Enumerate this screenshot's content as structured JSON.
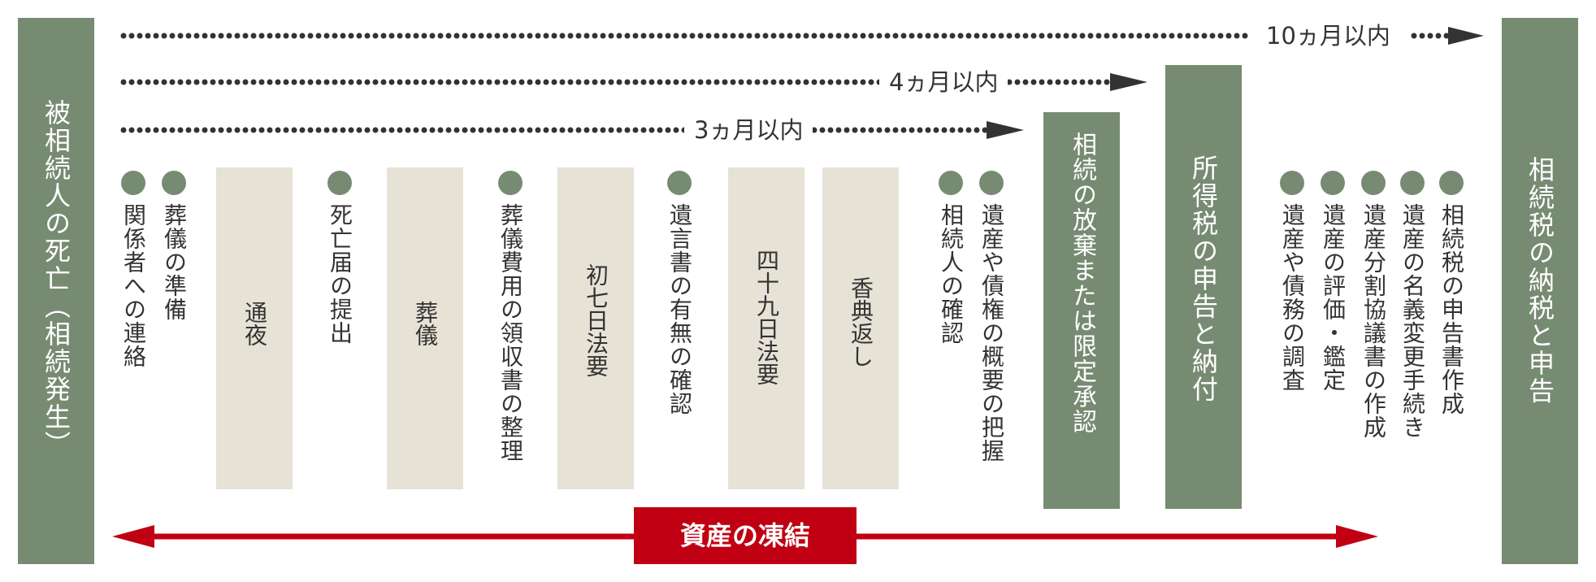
{
  "left_panel": {
    "label": "被相続人の死亡（相続発生）"
  },
  "right_panel": {
    "label": "相続税の納税と申告"
  },
  "deadlines": [
    {
      "label": "10ヵ月以内"
    },
    {
      "label": "4ヵ月以内"
    },
    {
      "label": "3ヵ月以内"
    }
  ],
  "items": [
    {
      "text": "関係者への連絡"
    },
    {
      "text": "葬儀の準備"
    },
    {
      "text": "死亡届の提出"
    },
    {
      "text": "葬儀費用の領収書の整理"
    },
    {
      "text": "遺言書の有無の確認"
    },
    {
      "text": "相続人の確認"
    },
    {
      "text": "遺産や債権の概要の把握"
    },
    {
      "text": "遺産や債務の調査"
    },
    {
      "text": "遺産の評価・鑑定"
    },
    {
      "text": "遺産分割協議書の作成"
    },
    {
      "text": "遺産の名義変更手続き"
    },
    {
      "text": "相続税の申告書作成"
    }
  ],
  "events": [
    {
      "text": "通夜"
    },
    {
      "text": "葬儀"
    },
    {
      "text": "初七日法要"
    },
    {
      "text": "四十九日法要"
    },
    {
      "text": "香典返し"
    }
  ],
  "milestones": [
    {
      "text": "相続の放棄または限定承認"
    },
    {
      "text": "所得税の申告と納付"
    }
  ],
  "frozen": {
    "label": "資産の凍結"
  },
  "colors": {
    "green": "#778b73",
    "beige": "#e6e2d5",
    "red": "#c00012",
    "dots": "#333333"
  }
}
